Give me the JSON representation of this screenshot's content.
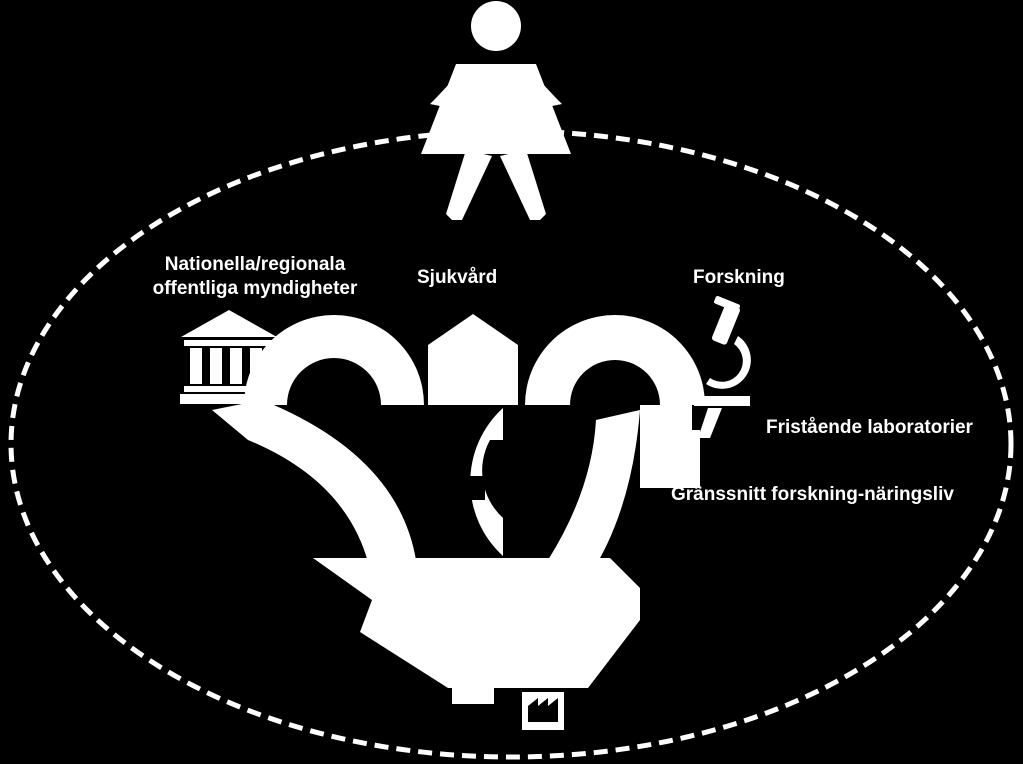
{
  "labels": {
    "government_line1": "Nationella/regionala",
    "government_line2": "offentliga myndigheter",
    "healthcare": "Sjukvård",
    "research": "Forskning",
    "independent_labs": "Fristående laboratorier",
    "research_industry_interface": "Gränssnitt forskning-näringsliv"
  },
  "icons": {
    "person": "person-icon",
    "government": "government-building-icon",
    "healthcare": "house-icon",
    "research": "microscope-icon",
    "industry": "factory-icon"
  },
  "colors": {
    "background": "#000000",
    "foreground": "#ffffff"
  }
}
